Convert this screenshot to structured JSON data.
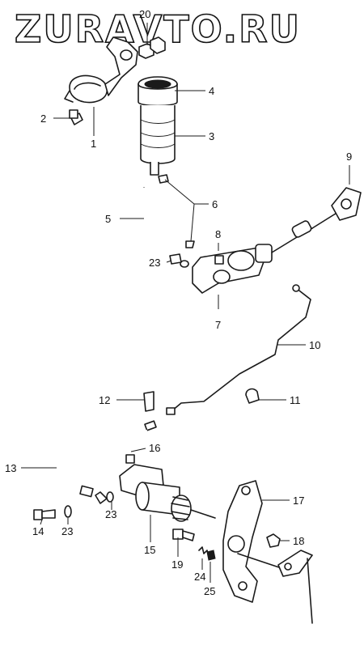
{
  "watermark": "ZURAVTO.RU",
  "callouts": {
    "c1": "1",
    "c2": "2",
    "c3": "3",
    "c4": "4",
    "c5": "5",
    "c6": "6",
    "c7": "7",
    "c8": "8",
    "c9": "9",
    "c10": "10",
    "c11": "11",
    "c12": "12",
    "c13": "13",
    "c14": "14",
    "c15": "15",
    "c16": "16",
    "c17": "17",
    "c18": "18",
    "c19": "19",
    "c20": "20",
    "c23a": "23",
    "c23b": "23",
    "c23c": "23",
    "c24": "24",
    "c25": "25"
  },
  "colors": {
    "ink": "#1a1a1a",
    "background": "#ffffff"
  }
}
